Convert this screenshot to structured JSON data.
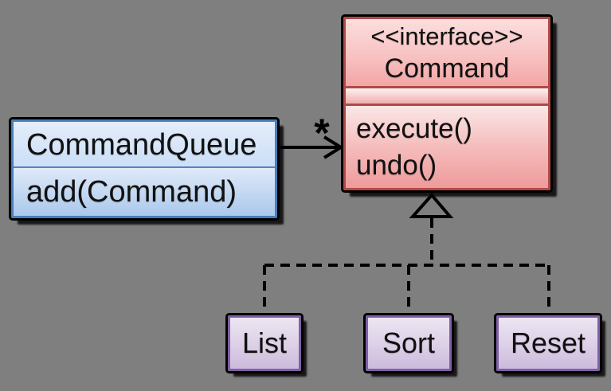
{
  "diagram": {
    "background_color": "#7f7f7f",
    "interface_class": {
      "stereotype": "<<interface>>",
      "name": "Command",
      "methods": [
        "execute()",
        "undo()"
      ],
      "border_color": "#b04a46",
      "fill_color": "#f5b0b0"
    },
    "client_class": {
      "name": "CommandQueue",
      "methods": [
        "add(Command)"
      ],
      "border_color": "#4a7ebb",
      "fill_color": "#c6dbf4"
    },
    "implementation_classes": [
      {
        "name": "List"
      },
      {
        "name": "Sort"
      },
      {
        "name": "Reset"
      }
    ],
    "implementation_style": {
      "border_color": "#7e61a4",
      "fill_color": "#d9cbe5"
    },
    "association": {
      "multiplicity": "*"
    },
    "line_color": "#000000"
  }
}
